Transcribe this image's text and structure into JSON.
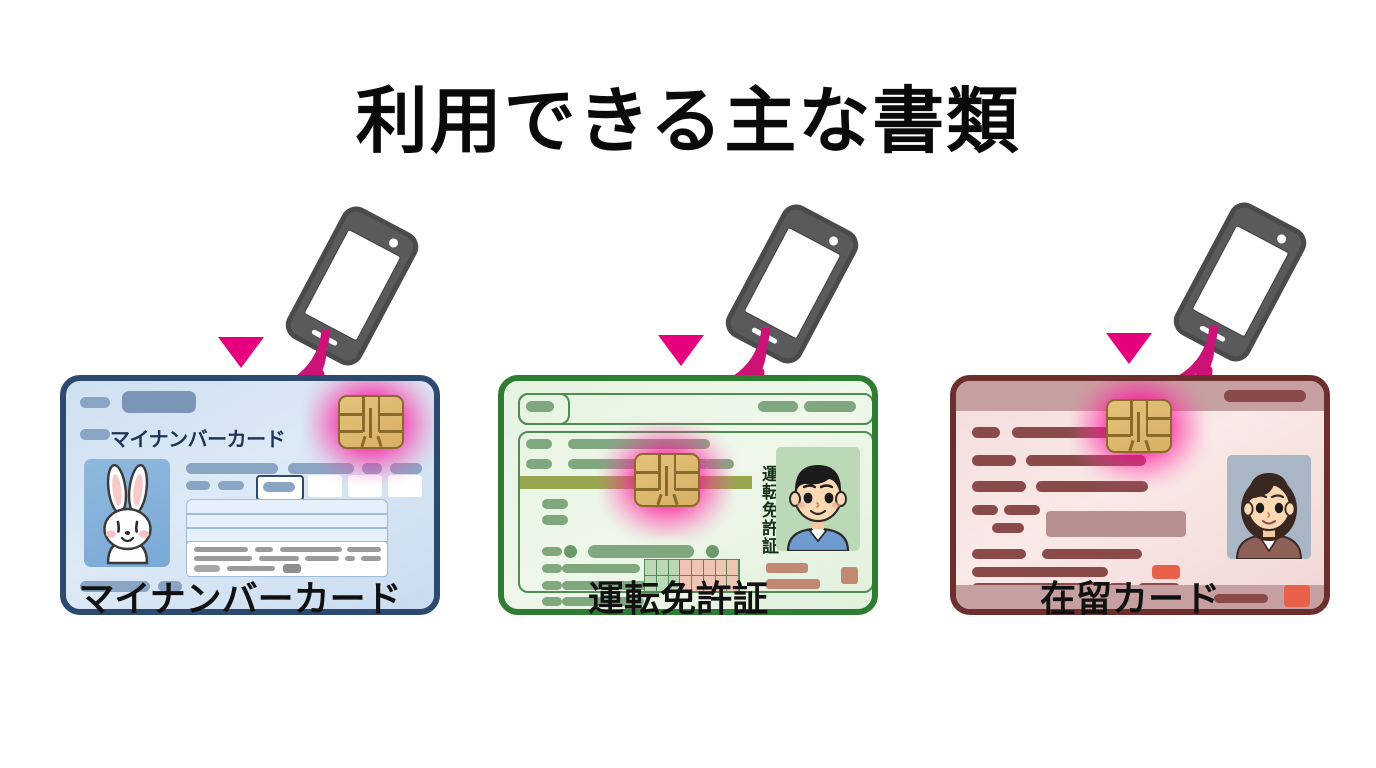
{
  "page": {
    "title": "利用できる主な書類",
    "background_color": "#ffffff"
  },
  "theme": {
    "accent_pink": "#e6007e",
    "nfc_wave_color": "#cc1177",
    "chip_gold": "#dcb76e",
    "chip_outline": "#8a6a2a",
    "title_color": "#0a0a0a"
  },
  "items": [
    {
      "caption": "マイナンバーカード",
      "card_label": "マイナンバーカード",
      "card_type": "my-number-card",
      "border_color": "#2c4a70",
      "fill_color": "#d4e4f4",
      "photo_subject": "rabbit",
      "icons": {
        "phone": "smartphone-icon",
        "nfc": "nfc-waves-icon",
        "pointer": "triangle-pointer-icon",
        "chip": "ic-chip-icon"
      }
    },
    {
      "caption": "運転免許証",
      "card_label": "運転免許証",
      "card_type": "drivers-license",
      "border_color": "#2e7d32",
      "fill_color": "#e8f4e3",
      "photo_subject": "boy",
      "icons": {
        "phone": "smartphone-icon",
        "nfc": "nfc-waves-icon",
        "pointer": "triangle-pointer-icon",
        "chip": "ic-chip-icon"
      }
    },
    {
      "caption": "在留カード",
      "card_label": "",
      "card_type": "residence-card",
      "border_color": "#6d2e2e",
      "fill_color": "#f5e2e0",
      "photo_subject": "woman",
      "icons": {
        "phone": "smartphone-icon",
        "nfc": "nfc-waves-icon",
        "pointer": "triangle-pointer-icon",
        "chip": "ic-chip-icon"
      }
    }
  ]
}
